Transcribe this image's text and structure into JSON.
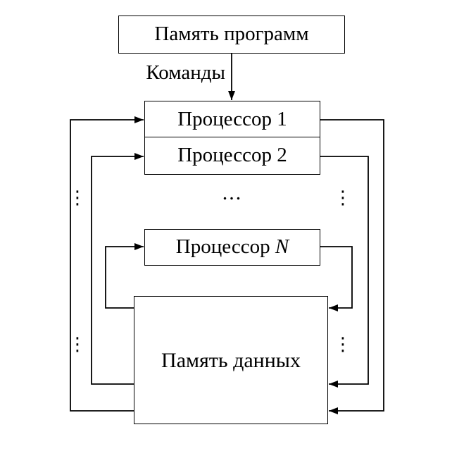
{
  "diagram": {
    "title_semantic": "SIMD architecture block diagram",
    "program_memory_label": "Память программ",
    "commands_label": "Команды",
    "processor_1_label": "Процессор 1",
    "processor_2_label": "Процессор 2",
    "processor_n_prefix": "Процессор ",
    "processor_n_var": "N",
    "data_memory_label": "Память данных",
    "ellipsis_horizontal": "...",
    "ellipsis_vertical": "⋮",
    "colors": {
      "line": "#000000",
      "background": "#ffffff",
      "box_fill": "#ffffff",
      "text": "#000000"
    }
  }
}
